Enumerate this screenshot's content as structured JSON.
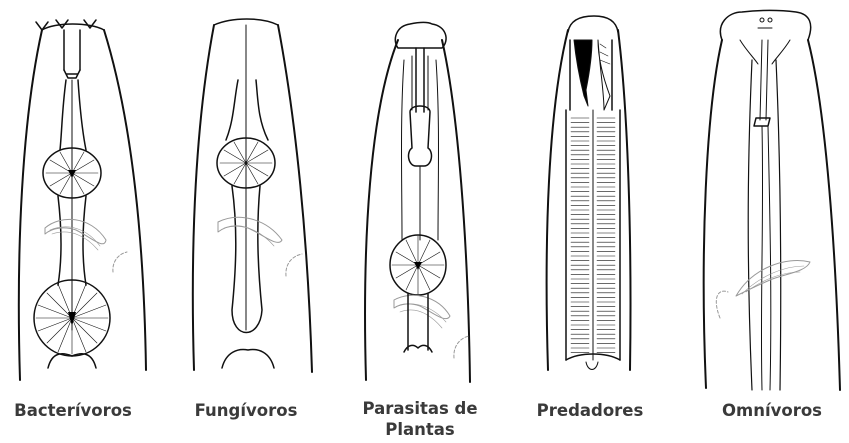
{
  "figure": {
    "panels": [
      {
        "id": "bacterivoros",
        "label": "Bacterívoros"
      },
      {
        "id": "fungivoros",
        "label": "Fungívoros"
      },
      {
        "id": "parasitas",
        "label": "Parasitas de Plantas"
      },
      {
        "id": "predadores",
        "label": "Predadores"
      },
      {
        "id": "omnivoros",
        "label": "Omnívoros"
      }
    ]
  },
  "colors": {
    "stroke": "#111111",
    "faint": "#999999",
    "text": "#3a3a3a",
    "fill": "#000000"
  }
}
